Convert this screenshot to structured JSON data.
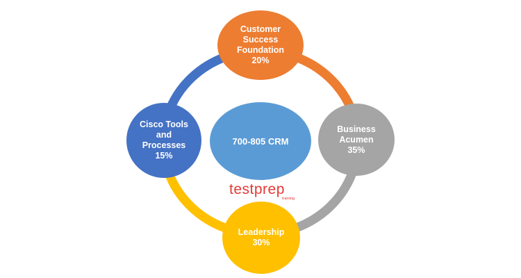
{
  "diagram": {
    "center": {
      "label": "700-805 CRM",
      "color": "#5B9BD5"
    },
    "nodes": {
      "top": {
        "lines": [
          "Customer",
          "Success",
          "Foundation",
          "20%"
        ],
        "color": "#ED7D31"
      },
      "right": {
        "lines": [
          "Business",
          "Acumen",
          "35%"
        ],
        "color": "#A5A5A5"
      },
      "bottom": {
        "lines": [
          "Leadership",
          "30%"
        ],
        "color": "#FFC000"
      },
      "left": {
        "lines": [
          "Cisco Tools",
          "and",
          "Processes",
          "15%"
        ],
        "color": "#4472C4"
      }
    },
    "arc_colors": {
      "top_left": "#4472C4",
      "top_right": "#ED7D31",
      "bottom_right": "#A5A5A5",
      "bottom_left": "#FFC000"
    }
  },
  "logo": {
    "text": "testprep",
    "sub": "training",
    "color": "#E53935"
  }
}
